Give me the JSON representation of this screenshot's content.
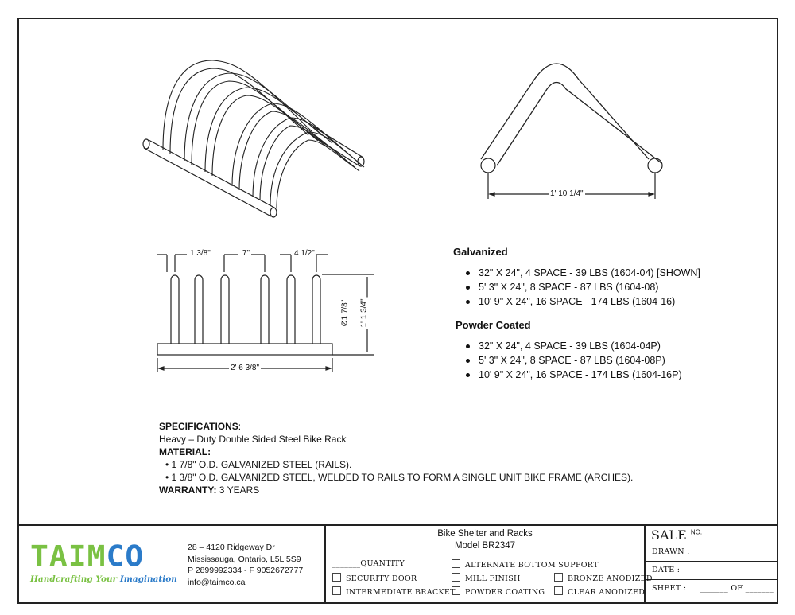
{
  "drawing": {
    "side_width": "1' 10 1/4\"",
    "arch_dia": "1 3/8\"",
    "spacing": "7\"",
    "gap": "4 1/2\"",
    "rail_dia": "Ø1 7/8\"",
    "height": "1' 1 3/4\"",
    "length": "2' 6 3/8\""
  },
  "options": {
    "galvanized_title": "Galvanized",
    "galvanized": [
      "32\" X 24\", 4 SPACE - 39 LBS (1604-04) [SHOWN]",
      "5' 3\" X 24\", 8 SPACE - 87 LBS (1604-08)",
      "10' 9\" X 24\", 16 SPACE - 174 LBS (1604-16)"
    ],
    "powder_title": "Powder Coated",
    "powder": [
      "32\" X 24\", 4 SPACE - 39 LBS (1604-04P)",
      "5' 3\" X 24\", 8 SPACE - 87 LBS (1604-08P)",
      "10' 9\" X 24\", 16 SPACE - 174 LBS (1604-16P)"
    ]
  },
  "specs": {
    "title": "SPECIFICATIONS",
    "colon": ":",
    "desc": "Heavy – Duty Double Sided Steel Bike Rack",
    "material_title": "MATERIAL:",
    "materials": [
      "1 7/8\" O.D. GALVANIZED STEEL (RAILS).",
      "1 3/8\" O.D. GALVANIZED STEEL, WELDED TO RAILS TO FORM A SINGLE UNIT BIKE FRAME (ARCHES)."
    ],
    "warranty_label": "WARRANTY:",
    "warranty": "3 YEARS"
  },
  "titleblock": {
    "logo": "TAIMCO",
    "tagline": "Handcrafting Your Imagination",
    "address": [
      "28 – 4120 Ridgeway Dr",
      "Mississauga, Ontario, L5L 5S9",
      "P 2899992334 - F 9052672777",
      "info@taimco.ca"
    ],
    "title1": "Bike Shelter and Racks",
    "title2": "Model BR2347",
    "quantity": "QUANTITY",
    "alt": "ALTERNATE BOTTOM SUPPORT",
    "security": "SECURITY DOOR",
    "mill": "MILL FINISH",
    "bronze": "BRONZE ANODIZED",
    "intermediate": "INTERMEDIATE BRACKET",
    "powder": "POWDER COATING",
    "clear": "CLEAR ANODIZED",
    "sale": "SALE",
    "no": "NO.",
    "drawn": "DRAWN :",
    "date": "DATE :",
    "sheet": "SHEET :",
    "of": "OF",
    "colors": {
      "green": "#7ac143",
      "blue": "#2b7bc9"
    }
  }
}
